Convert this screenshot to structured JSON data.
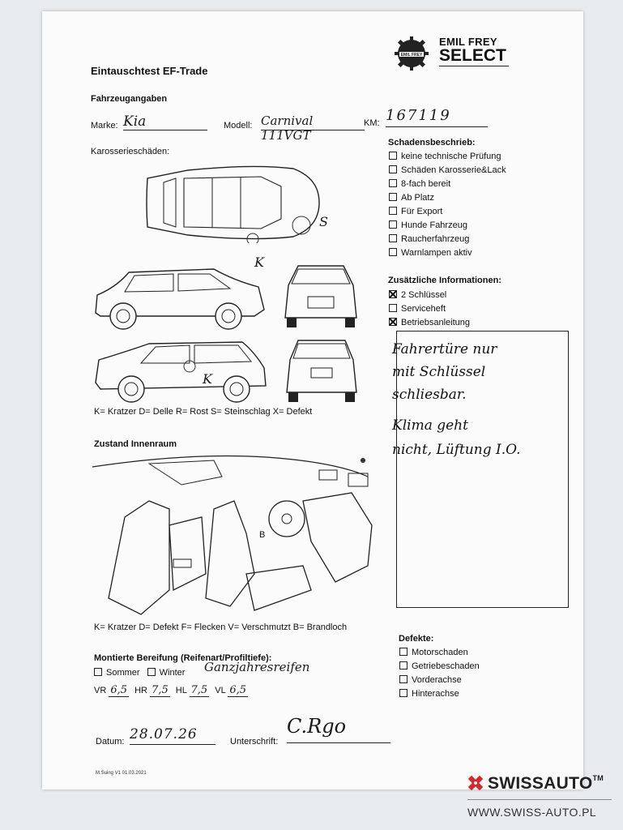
{
  "header": {
    "form_title": "Eintauschtest EF-Trade",
    "brand_line1": "EMIL FREY",
    "brand_line2": "SELECT",
    "emblem_text": "EMIL FREY"
  },
  "vehicle": {
    "section_title": "Fahrzeugangaben",
    "make_label": "Marke:",
    "make_value": "Kia",
    "model_label": "Modell:",
    "model_value": "Carnival 111VGT",
    "km_label": "KM:",
    "km_value": "167119"
  },
  "body_damage": {
    "section_title": "Karosserieschäden:",
    "mark_s": "S",
    "mark_k1": "K",
    "mark_k2": "K",
    "legend": "K= Kratzer D= Delle R= Rost S= Steinschlag X= Defekt"
  },
  "damage_desc": {
    "title": "Schadensbeschrieb:",
    "items": [
      "keine technische Prüfung",
      "Schäden Karosserie&Lack",
      "8-fach bereit",
      "Ab Platz",
      "Für Export",
      "Hunde Fahrzeug",
      "Raucherfahrzeug",
      "Warnlampen aktiv"
    ]
  },
  "additional": {
    "title": "Zusätzliche Informationen:",
    "items": [
      {
        "label": "2 Schlüssel",
        "checked": true
      },
      {
        "label": "Serviceheft",
        "checked": false
      },
      {
        "label": "Betriebsanleitung",
        "checked": true
      }
    ]
  },
  "notes": [
    "Fahrertüre nur",
    "mit Schlüssel",
    "schliesbar.",
    "Klima geht",
    "nicht, Lüftung I.O."
  ],
  "interior": {
    "section_title": "Zustand Innenraum",
    "legend": "K= Kratzer D= Defekt F= Flecken V= Verschmutzt B= Brandloch",
    "mark_b": "B"
  },
  "tires": {
    "title": "Montierte Bereifung (Reifenart/Profiltiefe):",
    "summer": "Sommer",
    "winter": "Winter",
    "handwritten_type": "Ganzjahresreifen",
    "vr_label": "VR",
    "vr": "6,5",
    "hr_label": "HR",
    "hr": "7,5",
    "hl_label": "HL",
    "hl": "7,5",
    "vl_label": "VL",
    "vl": "6,5"
  },
  "defects": {
    "title": "Defekte:",
    "items": [
      "Motorschaden",
      "Getriebeschaden",
      "Vorderachse",
      "Hinterachse"
    ]
  },
  "footer": {
    "date_label": "Datum:",
    "date_value": "28.07.26",
    "signature_label": "Unterschrift:",
    "signature_value": "C.Rgo",
    "version": "M.Suing V1 01.03.2021"
  },
  "watermark": {
    "brand": "SWISSAUTO",
    "tm": "TM",
    "url": "WWW.SWISS-AUTO.PL",
    "accent_color": "#d9262c"
  }
}
